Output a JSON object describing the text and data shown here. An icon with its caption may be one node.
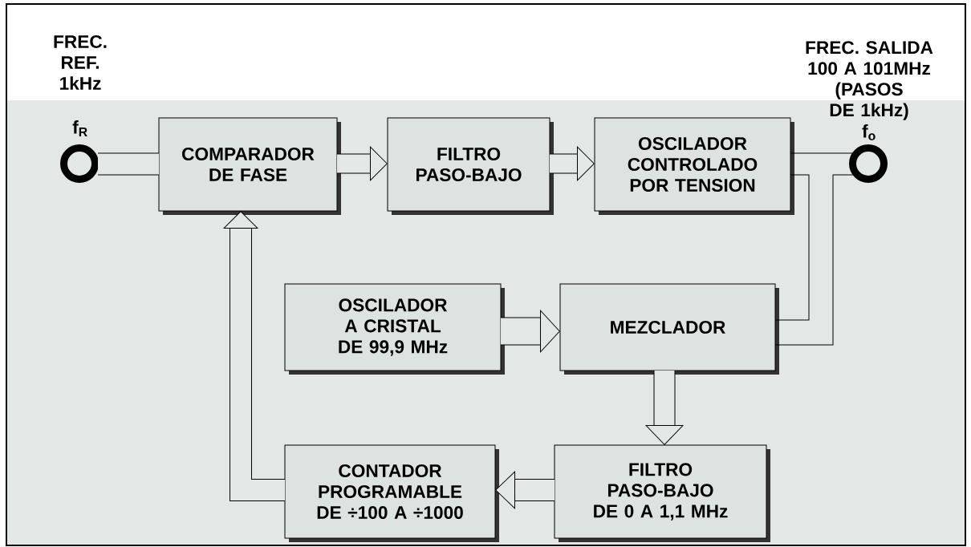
{
  "diagram": {
    "nodes": [
      {
        "text": [],
        "shape": "circle",
        "beside": [
          "FREC. REF. 1kHz",
          "f$_{R}$"
        ]
      },
      {
        "text": [
          "COMPARADOR DE FASE"
        ]
      },
      {
        "text": [
          "FILTRO PASO-BAJO"
        ]
      },
      {
        "text": [
          "OSCILADOR CONTROLADO POR TENSION"
        ]
      },
      {
        "text": [],
        "shape": "circle",
        "beside": [
          "FREC. SALIDA 100 A 101MHz (PASOS DE 1kHz)",
          "f$_{o}$"
        ]
      },
      {
        "text": [
          "OSCILADOR A CRISTAL DE 99,9 MHz"
        ]
      },
      {
        "text": [
          "MEZCLADOR"
        ]
      },
      {
        "text": [
          "CONTADOR PROGRAMABLE DE ÷100 A ÷1000"
        ]
      },
      {
        "text": [
          "FILTRO PASO-BAJO DE 0 A 1,1 MHz"
        ]
      }
    ],
    "edges": [
      {
        "from": 0,
        "to": 1,
        "arrow": "none"
      },
      {
        "from": 1,
        "to": 2,
        "arrow": "to"
      },
      {
        "from": 2,
        "to": 3,
        "arrow": "to"
      },
      {
        "from": 3,
        "to": 4,
        "arrow": "none"
      },
      {
        "from": 3,
        "to": 6,
        "arrow": "none"
      },
      {
        "from": 4,
        "to": 6,
        "arrow": "none"
      },
      {
        "from": 5,
        "to": 6,
        "arrow": "to"
      },
      {
        "from": 6,
        "to": 8,
        "arrow": "to"
      },
      {
        "from": 8,
        "to": 7,
        "arrow": "to"
      },
      {
        "from": 7,
        "to": 1,
        "arrow": "to"
      }
    ]
  }
}
